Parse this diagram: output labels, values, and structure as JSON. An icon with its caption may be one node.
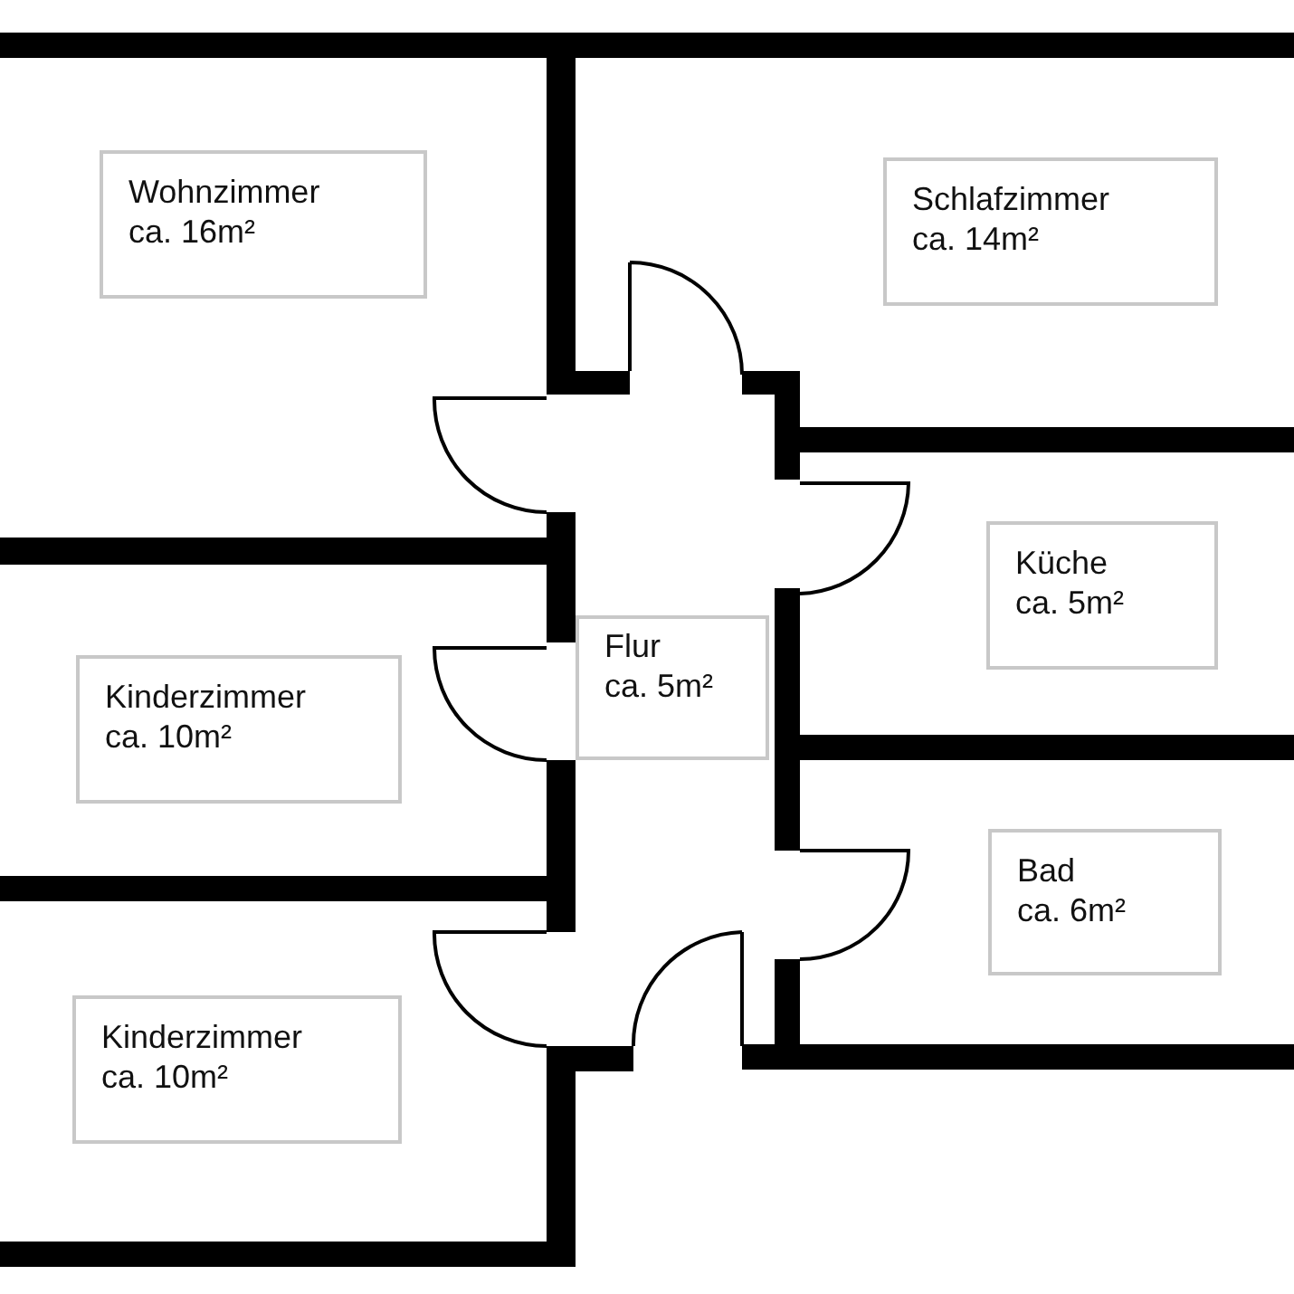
{
  "diagram": {
    "nodes": [
      {
        "text": [
          "Wohnzimmer",
          "ca. 16m²"
        ]
      },
      {
        "text": [
          "Schlafzimmer",
          "ca. 14m²"
        ]
      },
      {
        "text": [
          "Küche",
          "ca. 5m²"
        ]
      },
      {
        "text": [
          "Kinderzimmer",
          "ca. 10m²"
        ]
      },
      {
        "text": [
          "Flur",
          "ca. 5m²"
        ]
      },
      {
        "text": [
          "Bad",
          "ca. 6m²"
        ]
      },
      {
        "text": [
          "Kinderzimmer",
          "ca. 10m²"
        ]
      }
    ]
  }
}
